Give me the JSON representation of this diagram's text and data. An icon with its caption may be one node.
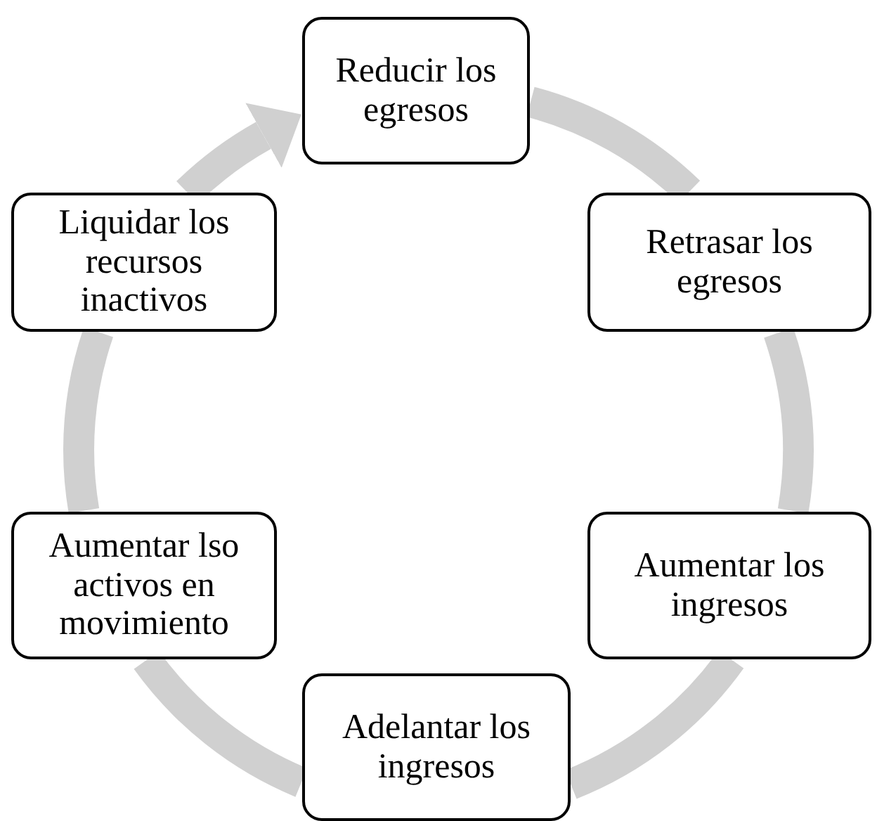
{
  "diagram": {
    "nodes": [
      {
        "text": [
          "Reducir los egresos"
        ]
      },
      {
        "text": [
          "Retrasar los egresos"
        ]
      },
      {
        "text": [
          "Aumentar los ingresos"
        ]
      },
      {
        "text": [
          "Adelantar los ingresos"
        ]
      },
      {
        "text": [
          "Aumentar lso activos en movimiento"
        ]
      },
      {
        "text": [
          "Liquidar los recursos inactivos"
        ]
      }
    ],
    "edges": [
      {
        "from": 0,
        "to": 1,
        "arrow": "none"
      },
      {
        "from": 1,
        "to": 2,
        "arrow": "none"
      },
      {
        "from": 2,
        "to": 3,
        "arrow": "none"
      },
      {
        "from": 3,
        "to": 4,
        "arrow": "none"
      },
      {
        "from": 4,
        "to": 5,
        "arrow": "none"
      },
      {
        "from": 5,
        "to": 0,
        "arrow": "to"
      }
    ]
  }
}
